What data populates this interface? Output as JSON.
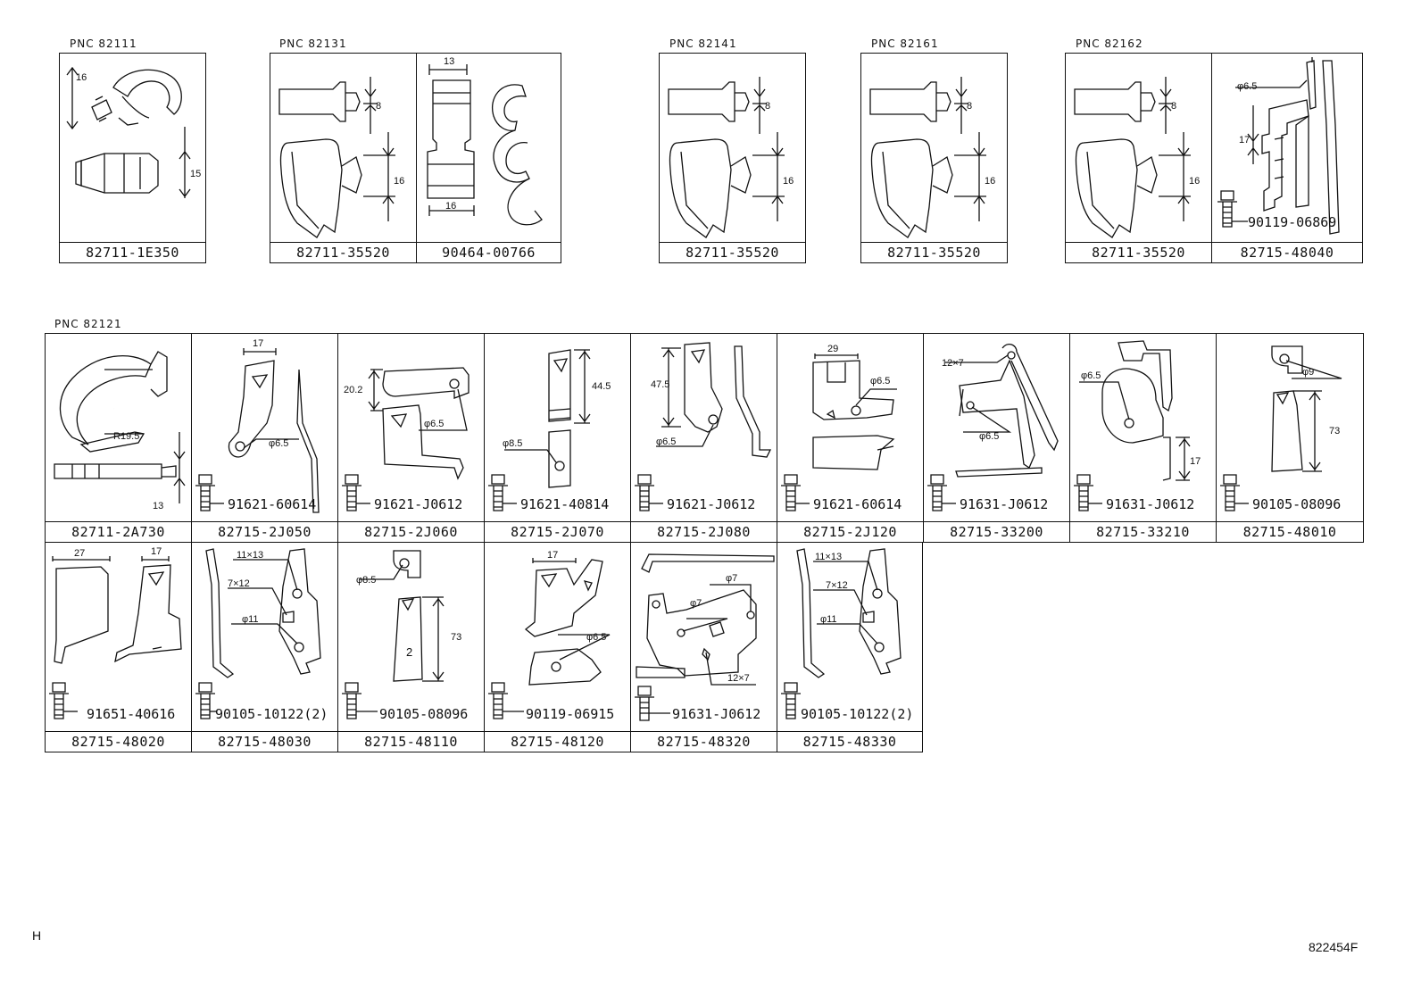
{
  "top_row": [
    {
      "pnc": "PNC  82111",
      "cells": [
        {
          "part": "82711-1E350",
          "dims": [
            "16",
            "15"
          ]
        }
      ]
    },
    {
      "pnc": "PNC  82131",
      "cells": [
        {
          "part": "82711-35520",
          "dims": [
            "8",
            "16"
          ]
        },
        {
          "part": "90464-00766",
          "dims": [
            "13",
            "16"
          ]
        }
      ]
    },
    {
      "pnc": "PNC  82141",
      "cells": [
        {
          "part": "82711-35520",
          "dims": [
            "8",
            "16"
          ]
        }
      ]
    },
    {
      "pnc": "PNC  82161",
      "cells": [
        {
          "part": "82711-35520",
          "dims": [
            "8",
            "16"
          ]
        }
      ]
    },
    {
      "pnc": "PNC  82162",
      "cells": [
        {
          "part": "82711-35520",
          "dims": [
            "8",
            "16"
          ]
        },
        {
          "part": "82715-48040",
          "bolt": "90119-06869",
          "dims": [
            "φ6.5",
            "17"
          ]
        }
      ]
    }
  ],
  "middle_pnc": "PNC  82121",
  "row2": [
    {
      "part": "82711-2A730",
      "dims": [
        "R19.5",
        "13"
      ]
    },
    {
      "part": "82715-2J050",
      "bolt": "91621-60614",
      "dims": [
        "17",
        "φ6.5"
      ]
    },
    {
      "part": "82715-2J060",
      "bolt": "91621-J0612",
      "dims": [
        "20.2",
        "φ6.5"
      ]
    },
    {
      "part": "82715-2J070",
      "bolt": "91621-40814",
      "dims": [
        "44.5",
        "φ8.5"
      ]
    },
    {
      "part": "82715-2J080",
      "bolt": "91621-J0612",
      "dims": [
        "47.5",
        "φ6.5"
      ]
    },
    {
      "part": "82715-2J120",
      "bolt": "91621-60614",
      "dims": [
        "29",
        "φ6.5"
      ]
    },
    {
      "part": "82715-33200",
      "bolt": "91631-J0612",
      "dims": [
        "12×7",
        "φ6.5"
      ]
    },
    {
      "part": "82715-33210",
      "bolt": "91631-J0612",
      "dims": [
        "φ6.5",
        "17"
      ]
    },
    {
      "part": "82715-48010",
      "bolt": "90105-08096",
      "dims": [
        "φ9",
        "73"
      ]
    }
  ],
  "row3": [
    {
      "part": "82715-48020",
      "bolt": "91651-40616",
      "dims": [
        "27",
        "17"
      ]
    },
    {
      "part": "82715-48030",
      "bolt": "90105-10122(2)",
      "dims": [
        "11×13",
        "7×12",
        "φ11"
      ]
    },
    {
      "part": "82715-48110",
      "bolt": "90105-08096",
      "dims": [
        "φ8.5",
        "73",
        "2"
      ]
    },
    {
      "part": "82715-48120",
      "bolt": "90119-06915",
      "dims": [
        "17",
        "φ6.5"
      ]
    },
    {
      "part": "82715-48320",
      "bolt": "91631-J0612",
      "dims": [
        "φ7",
        "φ7",
        "12×7"
      ]
    },
    {
      "part": "82715-48330",
      "bolt": "90105-10122(2)",
      "dims": [
        "11×13",
        "7×12",
        "φ11"
      ]
    }
  ],
  "footer": {
    "left": "H",
    "right": "822454F"
  }
}
